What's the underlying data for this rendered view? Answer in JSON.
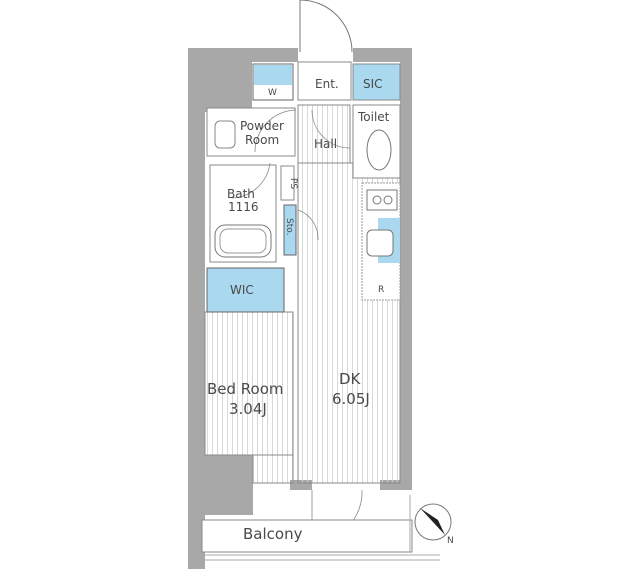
{
  "plan": {
    "rooms": {
      "w": "W",
      "entrance": "Ent.",
      "sic": "SIC",
      "toilet": "Toilet",
      "powder_line1": "Powder",
      "powder_line2": "Room",
      "hall": "Hall",
      "bath_line1": "Bath",
      "bath_line2": "1116",
      "ps": "PS",
      "storage": "Sto.",
      "wic": "WIC",
      "refrigerator": "R",
      "bedroom_name": "Bed Room",
      "bedroom_size": "3.04J",
      "dk_name": "DK",
      "dk_size": "6.05J",
      "balcony": "Balcony"
    },
    "compass": "N"
  },
  "colors": {
    "wall": "#a8a8a8",
    "accent_blue": "#a9d8ef",
    "line": "#777777"
  }
}
